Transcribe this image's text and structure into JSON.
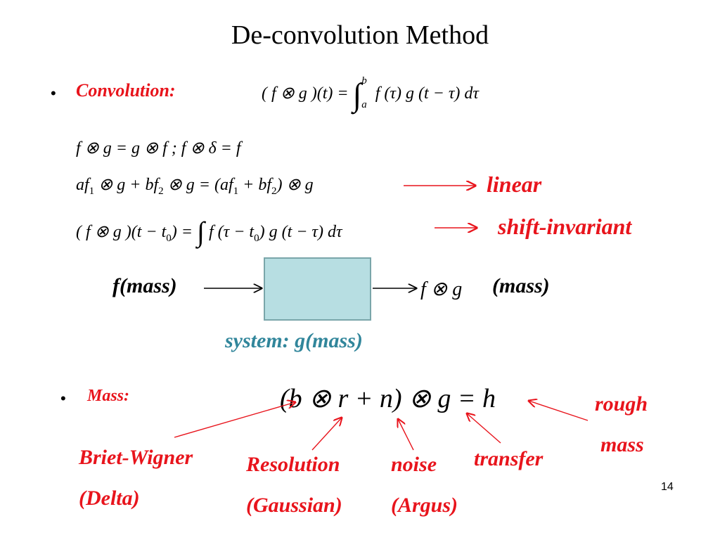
{
  "title": "De-convolution Method",
  "bullet_char": "•",
  "convolution_label": "Convolution:",
  "conv_def": {
    "lhs": "( f ⊗ g )(t) =",
    "lower": "a",
    "upper": "b",
    "rhs": "f (τ) g (t − τ) dτ"
  },
  "identity_line": "f ⊗ g = g ⊗ f ;    f ⊗ δ = f",
  "linear_eq": {
    "a1": "af",
    "s1": "1",
    "m1": " ⊗ g + bf",
    "s2": "2",
    "m2": " ⊗ g = (af",
    "s3": "1",
    "m3": " + bf",
    "s4": "2",
    "m4": ") ⊗ g"
  },
  "shift_eq": {
    "p1": "( f ⊗ g )(t − t",
    "s1": "0",
    "p2": ") =",
    "p3": "f (τ − t",
    "s2": "0",
    "p4": ") g (t − τ) dτ"
  },
  "labels": {
    "linear": "linear",
    "shift_invariant": "shift-invariant",
    "input": "f(mass)",
    "output_math": "f ⊗ g",
    "output_mass": "(mass)",
    "system": "system:  g(mass)",
    "mass_bullet": "Mass:",
    "mass_eq": "(b ⊗ r + n) ⊗ g = h",
    "rough": "rough",
    "mass": "mass",
    "briet": "Briet-Wigner",
    "delta": "(Delta)",
    "resolution": "Resolution",
    "gaussian": "(Gaussian)",
    "noise": "noise",
    "argus": "(Argus)",
    "transfer": "transfer"
  },
  "page_number": "14",
  "colors": {
    "accent_red": "#e8141c",
    "teal": "#31869b",
    "box_fill": "#b7dee2"
  }
}
